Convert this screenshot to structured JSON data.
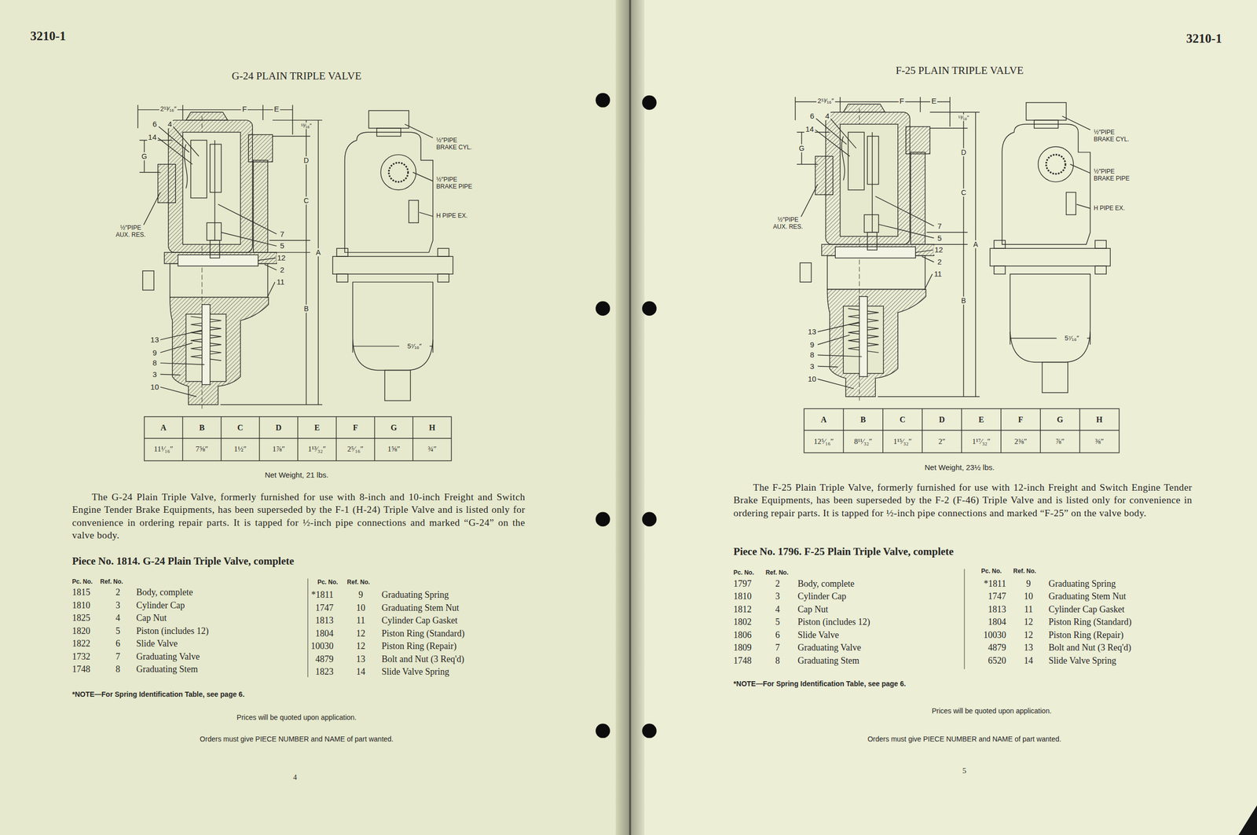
{
  "diagram": {
    "labels": [
      "3210-1",
      "G-24 PLAIN TRIPLE VALVE",
      "2¹³⁄₁₆″",
      "F",
      "E",
      "¹³⁄₁₆″",
      "6",
      "4",
      "14",
      "G",
      "D",
      "C",
      "A",
      "B",
      "½″PIPE BRAKE CYL.",
      "½″PIPE BRAKE PIPE",
      "H PIPE EX.",
      "½″PIPE AUX. RES.",
      "7",
      "5",
      "12",
      "2",
      "11",
      "13",
      "9",
      "8",
      "3",
      "10",
      "5⁷⁄₁₆″",
      "A",
      "B",
      "C",
      "D",
      "E",
      "F",
      "G",
      "H",
      "11¹⁄₁₆″",
      "7⅝″",
      "1½″",
      "1⅞″",
      "1¹³⁄₃₂″",
      "2⁵⁄₁₆″",
      "1⅝″",
      "¾″",
      "Net Weight, 21 lbs.",
      "The G-24 Plain Triple Valve, formerly furnished for use with 8-inch and 10-inch Freight and Switch Engine Tender Brake Equipments, has been superseded by the F-1 (H-24) Triple Valve and is listed only for convenience in ordering repair parts. It is tapped for ½-inch pipe connections and marked “G-24” on the valve body.",
      "Piece No. 1814. G-24 Plain Triple Valve, complete",
      "Pc. No.",
      "Ref. No.",
      "Pc. No.",
      "Ref. No.",
      "1815",
      "2",
      "Body, complete",
      "1810",
      "3",
      "Cylinder Cap",
      "1825",
      "4",
      "Cap Nut",
      "1820",
      "5",
      "Piston (includes 12)",
      "1822",
      "6",
      "Slide Valve",
      "1732",
      "7",
      "Graduating Valve",
      "1748",
      "8",
      "Graduating Stem",
      "*1811",
      "9",
      "Graduating Spring",
      "1747",
      "10",
      "Graduating Stem Nut",
      "1813",
      "11",
      "Cylinder Cap Gasket",
      "1804",
      "12",
      "Piston Ring (Standard)",
      "10030",
      "12",
      "Piston Ring (Repair)",
      "4879",
      "13",
      "Bolt and Nut (3 Req'd)",
      "1823",
      "14",
      "Slide Valve Spring",
      "*NOTE—For Spring Identification Table, see page 6.",
      "Prices will be quoted upon application.",
      "Orders must give PIECE NUMBER and NAME of part wanted.",
      "4",
      "3210-1",
      "F-25 PLAIN TRIPLE VALVE",
      "2¹³⁄₁₆″",
      "F",
      "E",
      "¹³⁄₁₆″",
      "6",
      "4",
      "14",
      "G",
      "D",
      "C",
      "A",
      "B",
      "½″PIPE BRAKE CYL.",
      "½″PIPE BRAKE PIPE",
      "H PIPE EX.",
      "½″PIPE AUX. RES.",
      "7",
      "5",
      "12",
      "2",
      "11",
      "13",
      "9",
      "8",
      "3",
      "10",
      "5⁷⁄₁₆″",
      "A",
      "B",
      "C",
      "D",
      "E",
      "F",
      "G",
      "H",
      "12⁵⁄₁₆″",
      "8¹¹⁄₃₂″",
      "1¹⁵⁄₃₂″",
      "2″",
      "1¹⁷⁄₃₂″",
      "2⅜″",
      "⅞″",
      "⅜″",
      "Net Weight, 23½ lbs.",
      "The F-25 Plain Triple Valve, formerly furnished for use with 12-inch Freight and Switch Engine Tender Brake Equipments, has been superseded by the F-2 (F-46) Triple Valve and is listed only for convenience in ordering repair parts. It is tapped for ½-inch pipe connections and marked “F-25” on the valve body.",
      "Piece No. 1796. F-25 Plain Triple Valve, complete",
      "Pc. No.",
      "Ref. No.",
      "Pc. No.",
      "Ref. No.",
      "1797",
      "2",
      "Body, complete",
      "1810",
      "3",
      "Cylinder Cap",
      "1812",
      "4",
      "Cap Nut",
      "1802",
      "5",
      "Piston (includes 12)",
      "1806",
      "6",
      "Slide Valve",
      "1809",
      "7",
      "Graduating Valve",
      "1748",
      "8",
      "Graduating Stem",
      "*1811",
      "9",
      "Graduating Spring",
      "1747",
      "10",
      "Graduating Stem Nut",
      "1813",
      "11",
      "Cylinder Cap Gasket",
      "1804",
      "12",
      "Piston Ring (Standard)",
      "10030",
      "12",
      "Piston Ring (Repair)",
      "4879",
      "13",
      "Bolt and Nut (3 Req'd)",
      "6520",
      "14",
      "Slide Valve Spring",
      "*NOTE—For Spring Identification Table, see page 6.",
      "Prices will be quoted upon application.",
      "Orders must give PIECE NUMBER and NAME of part wanted.",
      "5"
    ]
  }
}
